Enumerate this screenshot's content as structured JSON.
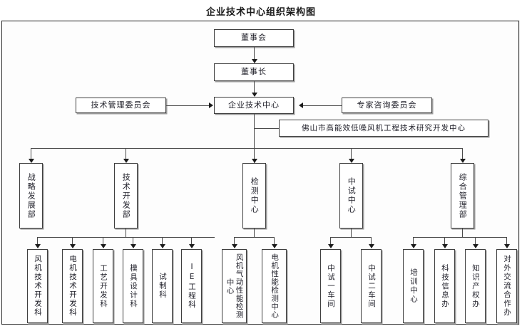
{
  "title": "企业技术中心组织架构图",
  "colors": {
    "box_border": "#3f3f3f",
    "box_shadow": "#9a9a9a",
    "frame_border": "#3a3a3a",
    "connector": "#4a4a4a",
    "text": "#20202a",
    "background": "#ffffff"
  },
  "top_chain": {
    "board": "董事会",
    "chairman": "董事长",
    "center": "企业技术中心"
  },
  "side": {
    "left_committee": "技术管理委员会",
    "right_committee": "专家咨询委员会",
    "research_center": "佛山市高能效低噪风机工程技术研究开发中心"
  },
  "departments": [
    {
      "label": "战略发展部",
      "children": []
    },
    {
      "label": "技术开发部",
      "children": [
        "风机技术开发科",
        "电机技术开发科",
        "工艺开发科",
        "模具设计科",
        "试制科",
        "IE工程科"
      ]
    },
    {
      "label": "检测中心",
      "children": [
        "风机气动性能检测中心",
        "电机性能检测中心"
      ]
    },
    {
      "label": "中试中心",
      "children": [
        "中试一车间",
        "中试二车间"
      ]
    },
    {
      "label": "综合管理部",
      "children": [
        "培训中心",
        "科技信息办",
        "知识产权办",
        "对外交流合作办"
      ]
    }
  ]
}
